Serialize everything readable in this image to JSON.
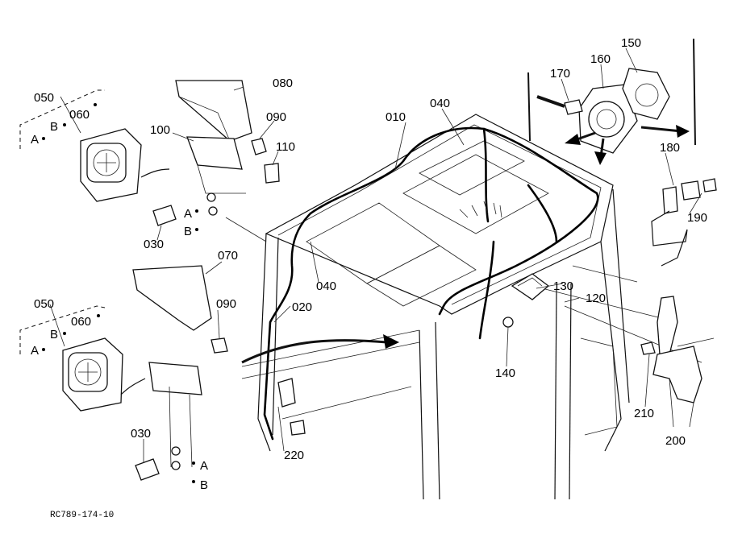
{
  "labels": {
    "p010": "010",
    "p020": "020",
    "p030_top": "030",
    "p030_bot": "030",
    "p040_top": "040",
    "p040_mid": "040",
    "p050_top": "050",
    "p050_bot": "050",
    "p060_top": "060",
    "p060_bot": "060",
    "p070": "070",
    "p080": "080",
    "p090_top": "090",
    "p090_bot": "090",
    "p100": "100",
    "p110": "110",
    "p120": "120",
    "p130": "130",
    "p140": "140",
    "p150": "150",
    "p160": "160",
    "p170": "170",
    "p180": "180",
    "p190": "190",
    "p200": "200",
    "p210": "210",
    "p220": "220",
    "mark_a": "A",
    "mark_b": "B",
    "reference": "RC789-174-10"
  }
}
